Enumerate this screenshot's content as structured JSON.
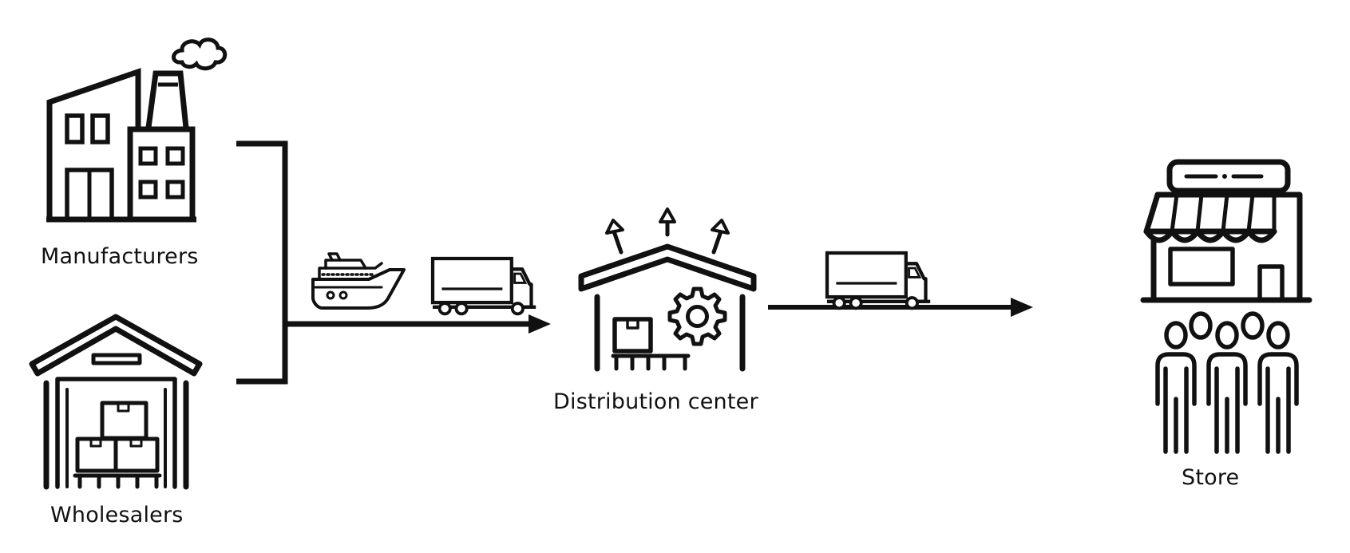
{
  "diagram": {
    "nodes": {
      "manufacturers": {
        "label": "Manufacturers",
        "icon": "factory-icon"
      },
      "wholesalers": {
        "label": "Wholesalers",
        "icon": "warehouse-icon"
      },
      "distribution_center": {
        "label": "Distribution center",
        "icon": "distribution-center-icon"
      },
      "store": {
        "label": "Store",
        "icon": "store-icon"
      }
    },
    "transport_icons": [
      "ship-icon",
      "truck-icon"
    ],
    "edges": [
      {
        "from": "manufacturers",
        "to": "distribution_center",
        "via": [
          "ship-icon",
          "truck-icon"
        ]
      },
      {
        "from": "wholesalers",
        "to": "distribution_center",
        "via": [
          "ship-icon",
          "truck-icon"
        ]
      },
      {
        "from": "distribution_center",
        "to": "store",
        "via": [
          "truck-icon"
        ]
      }
    ],
    "colors": {
      "stroke": "#111111",
      "background": "#ffffff"
    }
  }
}
